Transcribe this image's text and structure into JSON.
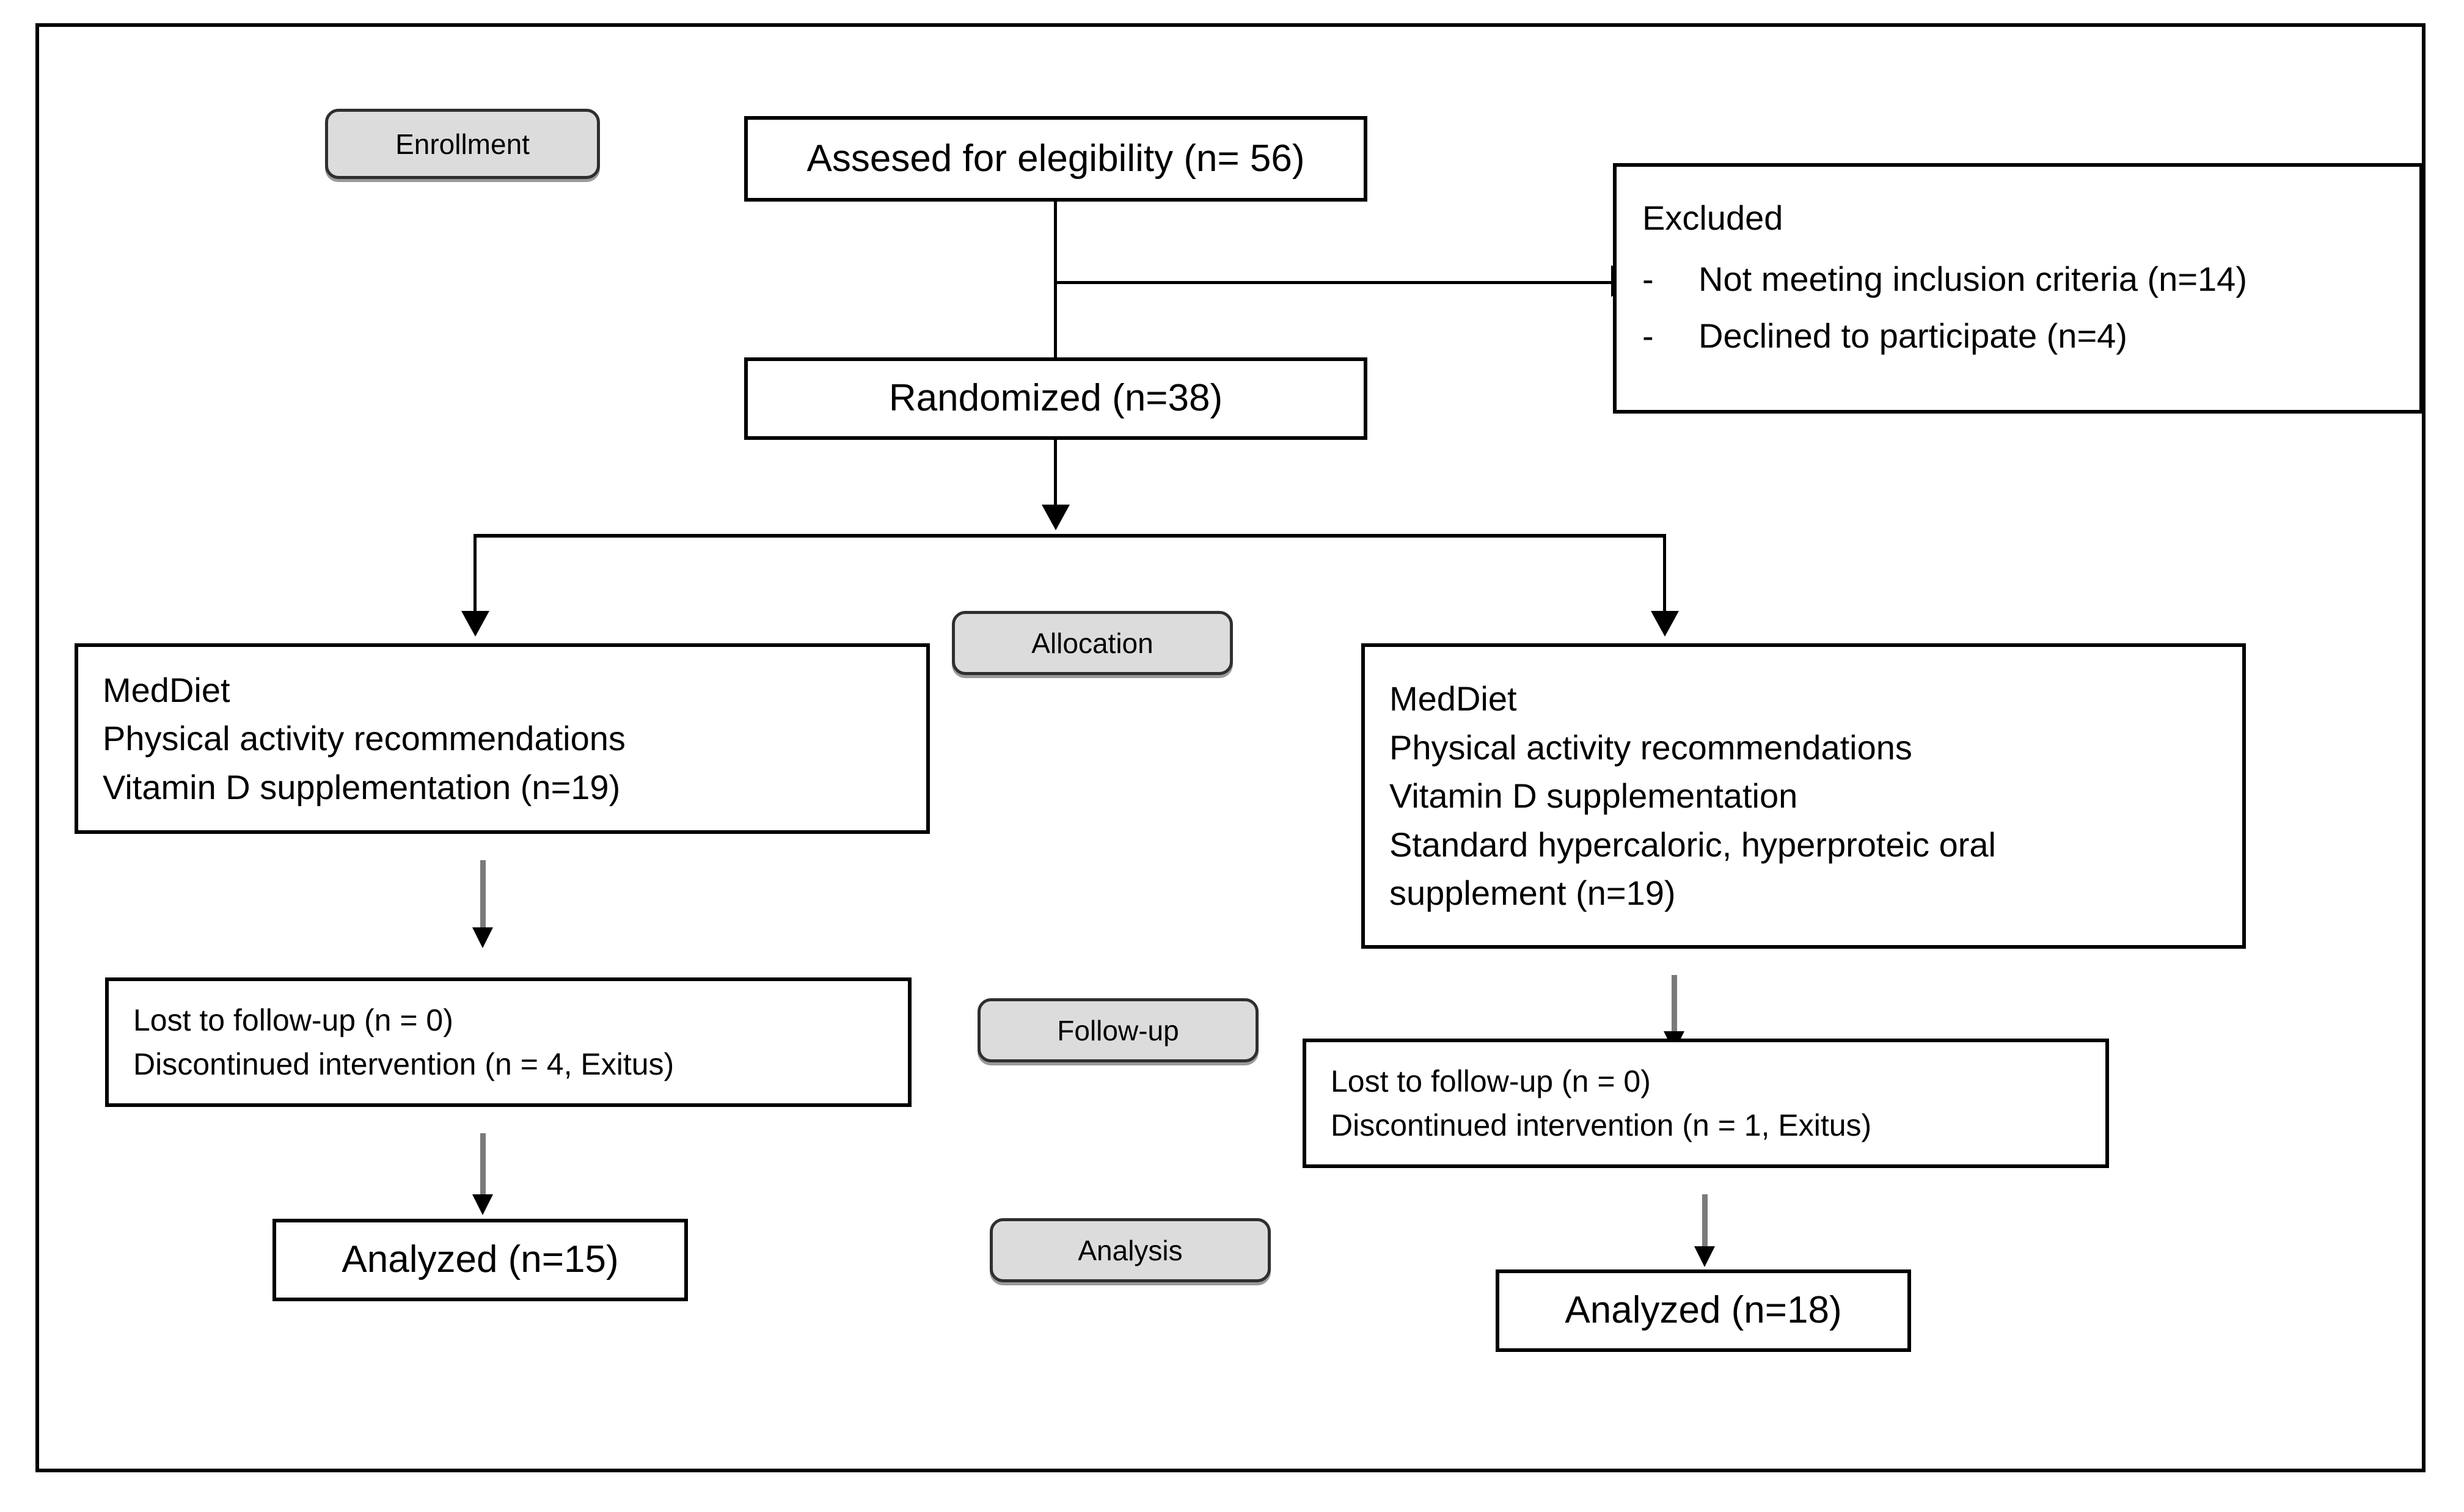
{
  "diagram": {
    "type": "consort-flow-diagram",
    "stages": [
      {
        "id": "enrollment",
        "label": "Enrollment"
      },
      {
        "id": "allocation",
        "label": "Allocation"
      },
      {
        "id": "followup",
        "label": "Follow-up"
      },
      {
        "id": "analysis",
        "label": "Analysis"
      }
    ],
    "boxes": {
      "assessed": {
        "lines": [
          "Assesed for elegibility (n= 56)"
        ]
      },
      "excluded": {
        "heading": "Excluded",
        "bullet_marker": "-",
        "bullets": [
          "Not meeting inclusion criteria (n=14)",
          "Declined to participate (n=4)"
        ]
      },
      "randomized": {
        "lines": [
          "Randomized (n=38)"
        ]
      },
      "allocation_left": {
        "lines": [
          "MedDiet",
          "Physical activity recommendations",
          "Vitamin D supplementation (n=19)"
        ]
      },
      "allocation_right": {
        "lines": [
          "MedDiet",
          "Physical activity recommendations",
          "Vitamin D supplementation",
          "Standard hypercaloric, hyperproteic oral",
          "supplement (n=19)"
        ]
      },
      "followup_left": {
        "lines": [
          "Lost to follow-up (n = 0)",
          "Discontinued intervention (n = 4, Exitus)"
        ]
      },
      "followup_right": {
        "lines": [
          "Lost to follow-up (n = 0)",
          "Discontinued intervention (n = 1, Exitus)"
        ]
      },
      "analyzed_left": {
        "lines": [
          "Analyzed (n=15)"
        ]
      },
      "analyzed_right": {
        "lines": [
          "Analyzed (n=18)"
        ]
      }
    },
    "colors": {
      "box_border": "#000000",
      "pill_fill": "#dcdcdc",
      "pill_border": "#2f2f2f",
      "connector": "#000000",
      "connector_gray": "#7a7a7a",
      "background": "#ffffff"
    }
  }
}
